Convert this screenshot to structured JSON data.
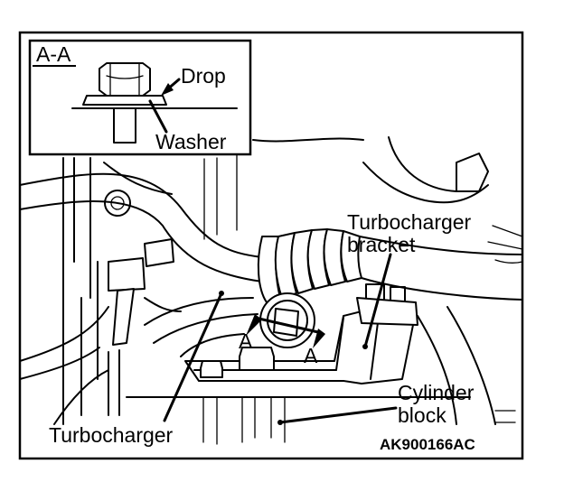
{
  "labels": {
    "section": "A-A",
    "drop": "Drop",
    "washer": "Washer",
    "turbo_bracket_line1": "Turbocharger",
    "turbo_bracket_line2": "bracket",
    "cylinder_line1": "Cylinder",
    "cylinder_line2": "block",
    "turbocharger": "Turbocharger",
    "section_mark_left": "A",
    "section_mark_right": "A",
    "figure_code": "AK900166AC"
  }
}
